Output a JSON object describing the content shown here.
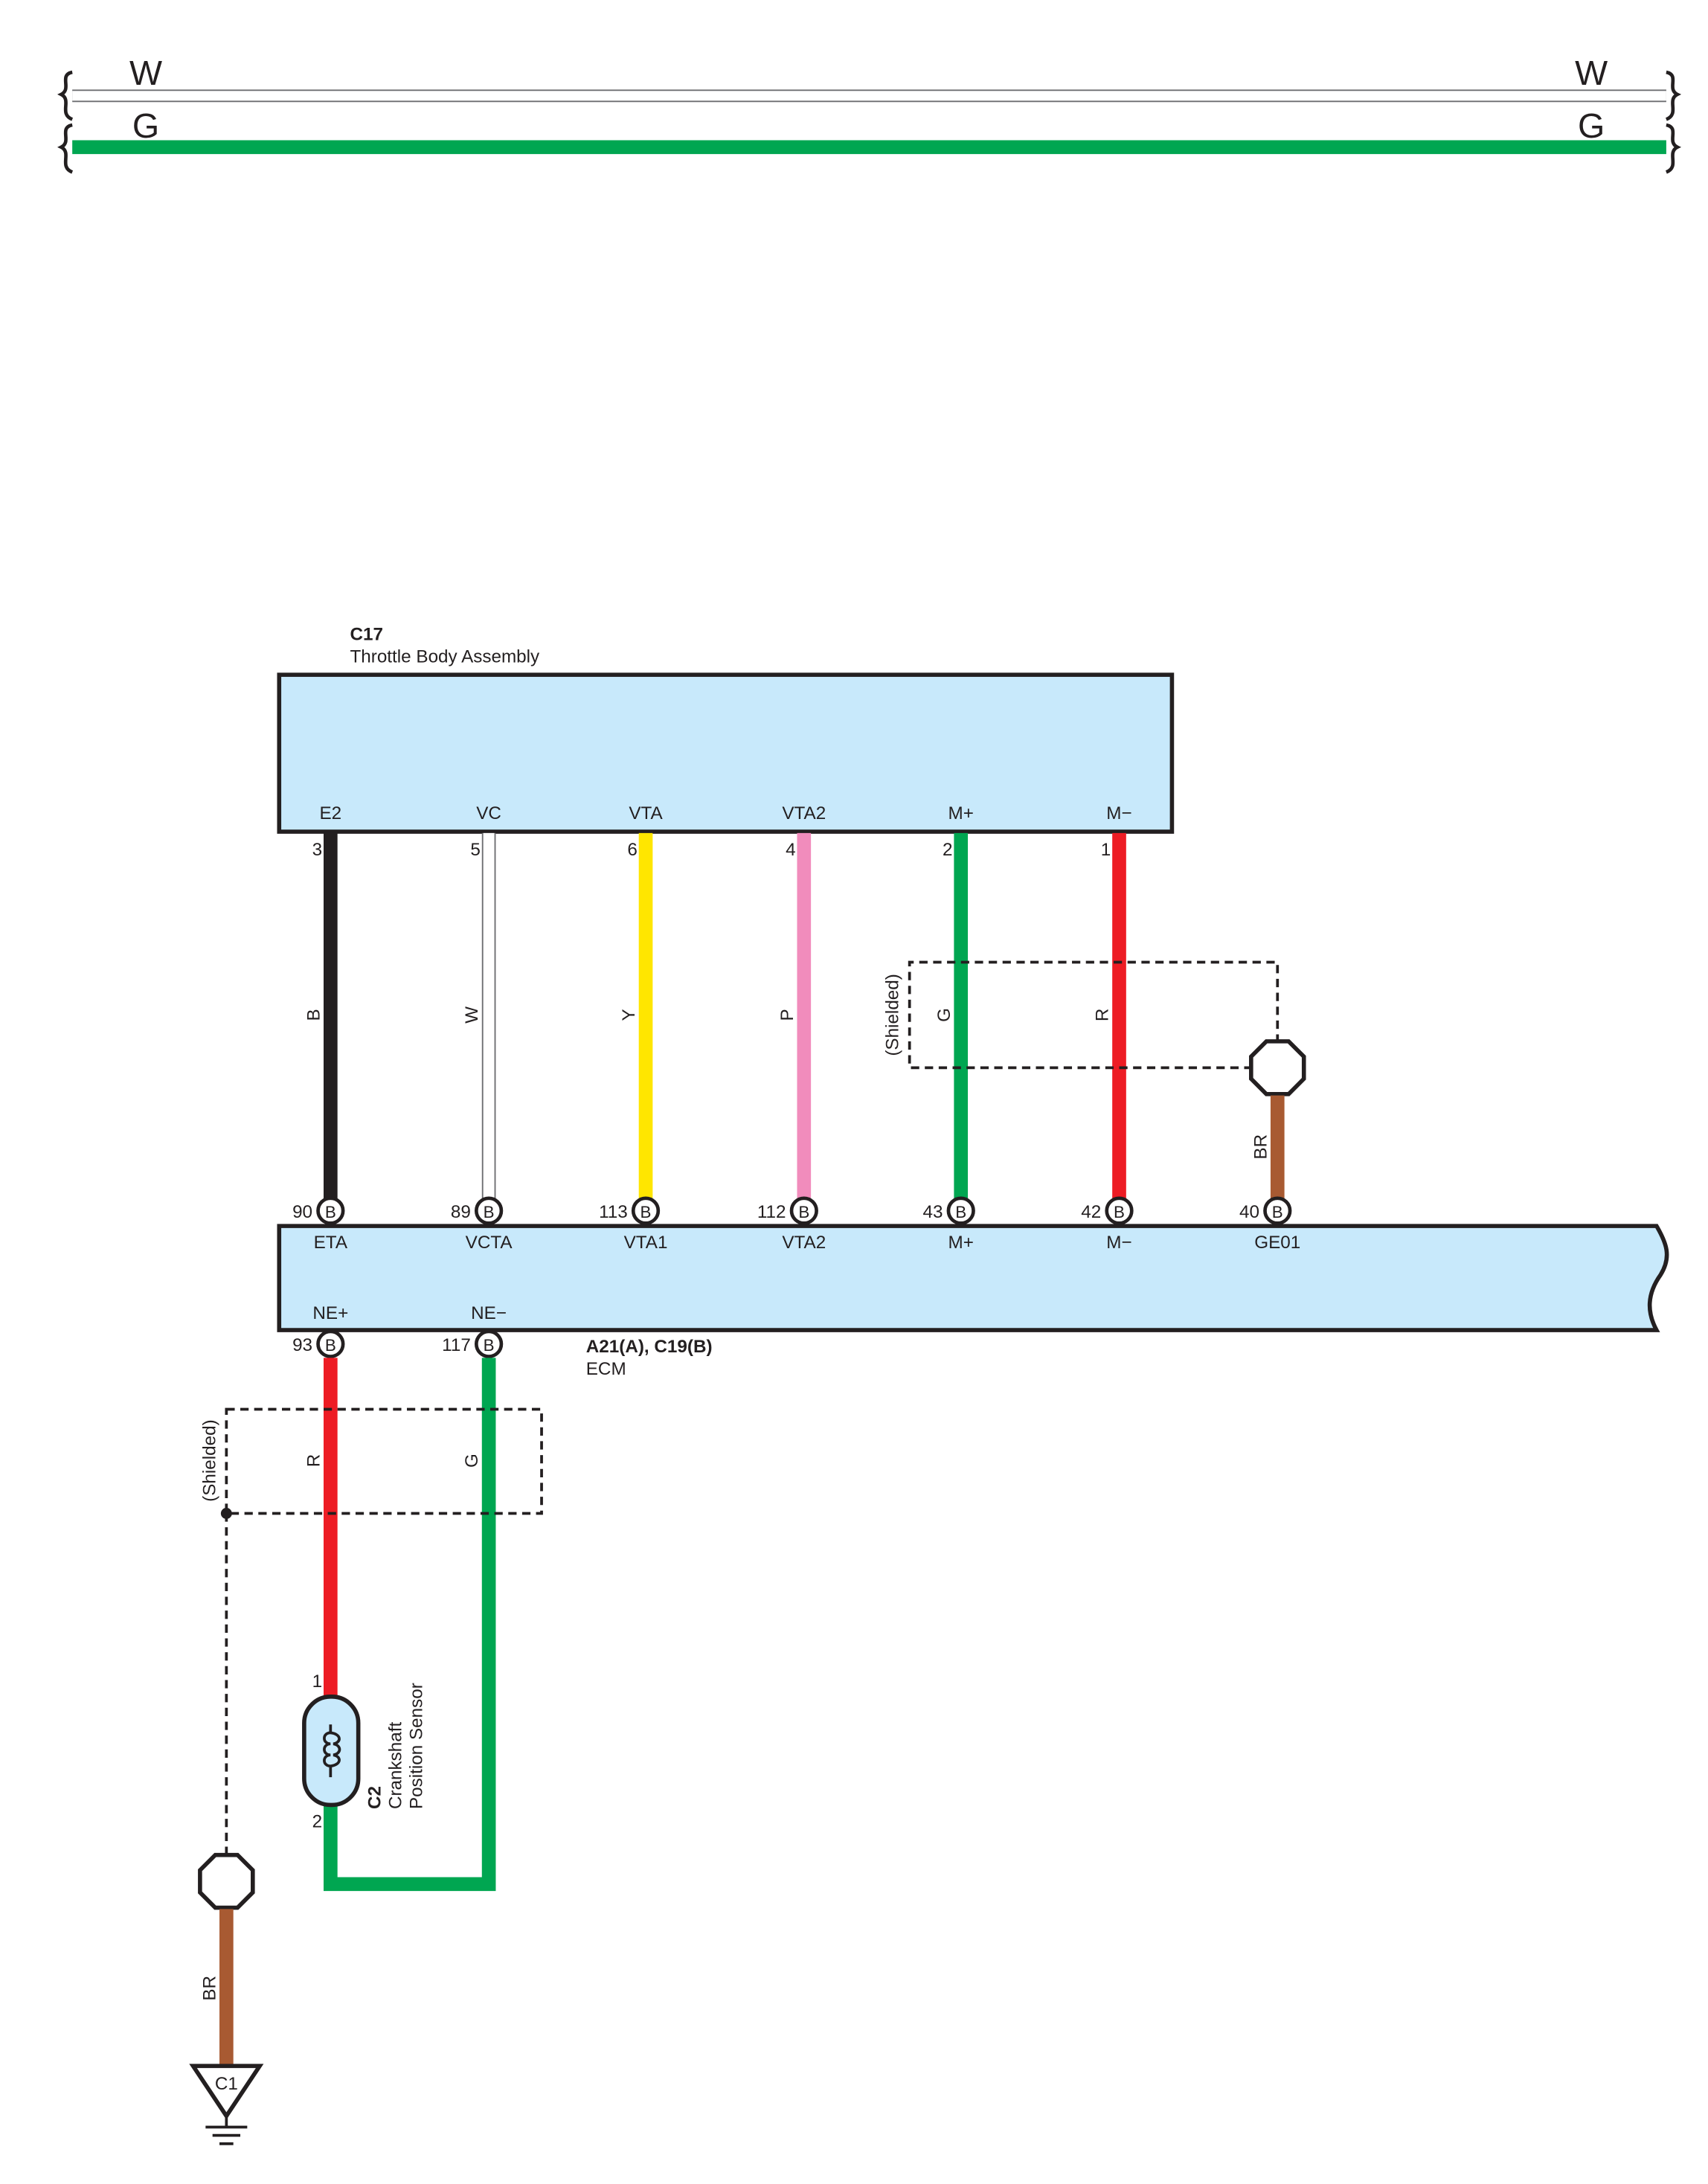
{
  "top_bus": {
    "wire1": {
      "color_code": "W",
      "color": "#ffffff",
      "left_label": "W",
      "right_label": "W"
    },
    "wire2": {
      "color_code": "G",
      "color": "#00a651",
      "left_label": "G",
      "right_label": "G"
    }
  },
  "throttle": {
    "code": "C17",
    "name": "Throttle Body Assembly",
    "fill": "#c8e9fb",
    "pins": [
      {
        "label": "E2",
        "num": "3"
      },
      {
        "label": "VC",
        "num": "5"
      },
      {
        "label": "VTA",
        "num": "6"
      },
      {
        "label": "VTA2",
        "num": "4"
      },
      {
        "label": "M+",
        "num": "2"
      },
      {
        "label": "M−",
        "num": "1"
      }
    ]
  },
  "wires": [
    {
      "code": "B",
      "color": "#231f20"
    },
    {
      "code": "W",
      "color": "#ffffff"
    },
    {
      "code": "Y",
      "color": "#ffe600"
    },
    {
      "code": "P",
      "color": "#f18cbc"
    },
    {
      "code": "G",
      "color": "#00a651"
    },
    {
      "code": "R",
      "color": "#ed1c24"
    }
  ],
  "shield_upper": {
    "label": "(Shielded)",
    "drain_code": "BR",
    "drain_color": "#a85a32"
  },
  "ecm": {
    "code": "A21(A), C19(B)",
    "name": "ECM",
    "fill": "#c8e9fb",
    "top_pins": [
      {
        "num": "90",
        "conn": "B",
        "label": "ETA"
      },
      {
        "num": "89",
        "conn": "B",
        "label": "VCTA"
      },
      {
        "num": "113",
        "conn": "B",
        "label": "VTA1"
      },
      {
        "num": "112",
        "conn": "B",
        "label": "VTA2"
      },
      {
        "num": "43",
        "conn": "B",
        "label": "M+"
      },
      {
        "num": "42",
        "conn": "B",
        "label": "M−"
      },
      {
        "num": "40",
        "conn": "B",
        "label": "GE01"
      }
    ],
    "bottom_pins": [
      {
        "num": "93",
        "conn": "B",
        "label": "NE+"
      },
      {
        "num": "117",
        "conn": "B",
        "label": "NE−"
      }
    ]
  },
  "lower_wires": [
    {
      "code": "R",
      "color": "#ed1c24"
    },
    {
      "code": "G",
      "color": "#00a651"
    }
  ],
  "shield_lower": {
    "label": "(Shielded)",
    "drain_code": "BR",
    "drain_color": "#a85a32"
  },
  "crank": {
    "code": "C2",
    "line1": "Crankshaft",
    "line2": "Position Sensor",
    "pin1": "1",
    "pin2": "2"
  },
  "ground": {
    "label": "C1"
  }
}
